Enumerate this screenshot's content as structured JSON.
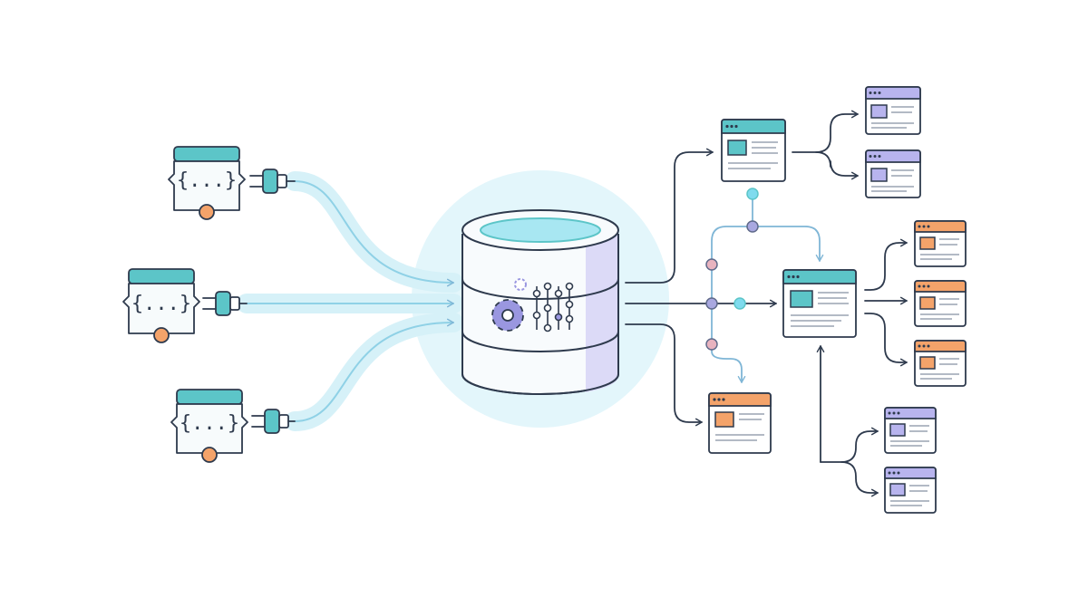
{
  "diagram": {
    "colors": {
      "outline": "#2e3a4d",
      "teal": "#5cc5c8",
      "teal_light": "#d7f1f2",
      "glow": "#dff5fb",
      "purple": "#b8b4ee",
      "purple_light": "#dcdaf7",
      "orange": "#f4a36a",
      "orange_light": "#f7c9a4",
      "node_cyan": "#7fdbee",
      "node_purple": "#a9a8e0",
      "node_pink": "#e8b3bf"
    },
    "sources": [
      {
        "icon": "json-module-icon",
        "brace_text": "{...}",
        "connector": "plug-icon"
      },
      {
        "icon": "json-module-icon",
        "brace_text": "{...}",
        "connector": "plug-icon"
      },
      {
        "icon": "json-module-icon",
        "brace_text": "{...}",
        "connector": "plug-icon"
      }
    ],
    "hub": {
      "icon": "database-icon",
      "inner_icons": [
        "gear-icon",
        "small-gear-icon",
        "binary-matrix-icon"
      ]
    },
    "outputs": [
      {
        "icon": "browser-window-icon",
        "accent": "teal"
      },
      {
        "icon": "browser-window-icon",
        "accent": "purple"
      },
      {
        "icon": "browser-window-icon",
        "accent": "purple"
      },
      {
        "icon": "browser-window-icon",
        "accent": "teal"
      },
      {
        "icon": "browser-window-icon",
        "accent": "orange"
      },
      {
        "icon": "browser-window-icon",
        "accent": "orange"
      },
      {
        "icon": "browser-window-icon",
        "accent": "orange"
      },
      {
        "icon": "browser-window-icon",
        "accent": "orange"
      },
      {
        "icon": "browser-window-icon",
        "accent": "purple"
      },
      {
        "icon": "browser-window-icon",
        "accent": "purple"
      }
    ]
  }
}
